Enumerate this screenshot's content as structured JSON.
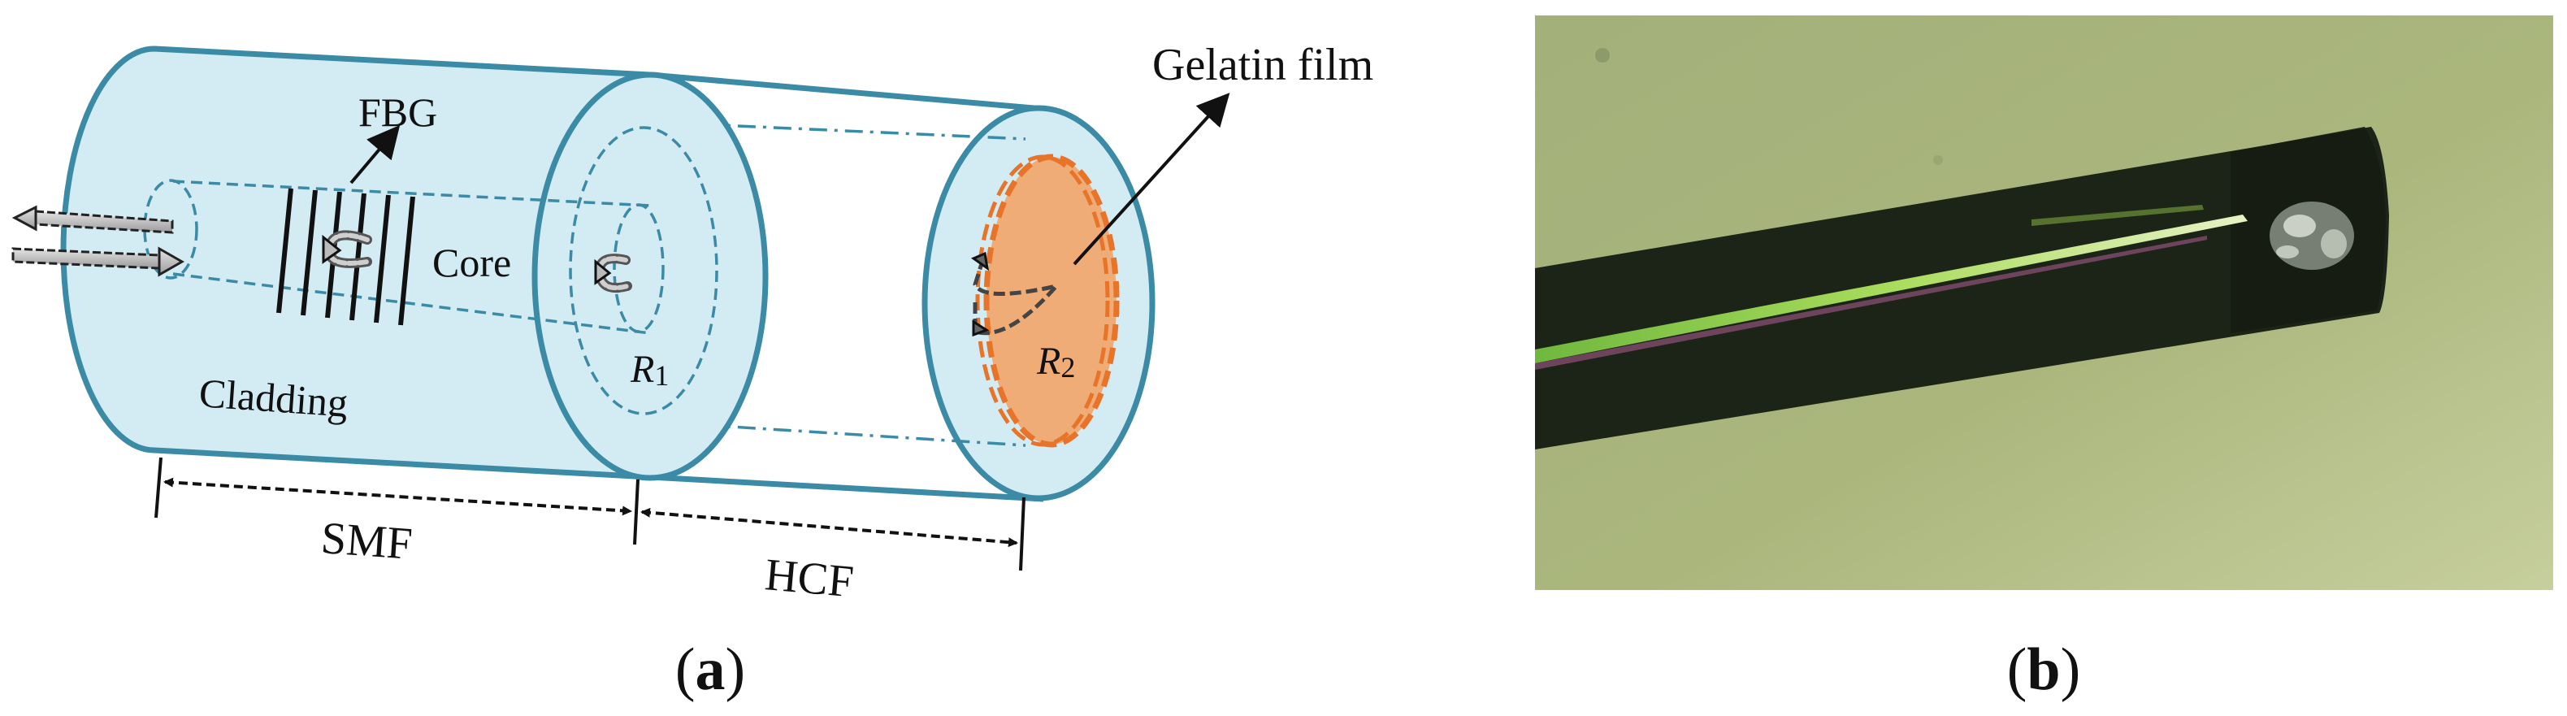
{
  "panel_a": {
    "label_open": "(",
    "label_letter": "a",
    "label_close": ")",
    "fbg": "FBG",
    "core": "Core",
    "cladding": "Cladding",
    "r1_letter": "R",
    "r1_sub": "1",
    "r2_letter": "R",
    "r2_sub": "2",
    "gelatin_film": "Gelatin film",
    "smf": "SMF",
    "hcf": "HCF"
  },
  "panel_b": {
    "label_open": "(",
    "label_letter": "b",
    "label_close": ")"
  },
  "colors": {
    "cladding_fill": "#d3ecf4",
    "outline": "#3b8aa6",
    "gelatin": "#f0ac76",
    "gelatin_edge": "#e8742a",
    "photo_background": "#a9b57a",
    "fiber_dark": "#1c2417",
    "fiber_core_light": "#9bd44f"
  },
  "icons": [
    "input-arrow-icon",
    "output-arrow-icon",
    "reflection-arrow-icon",
    "pointer-arrow-icon",
    "dimension-arrow-icon"
  ]
}
